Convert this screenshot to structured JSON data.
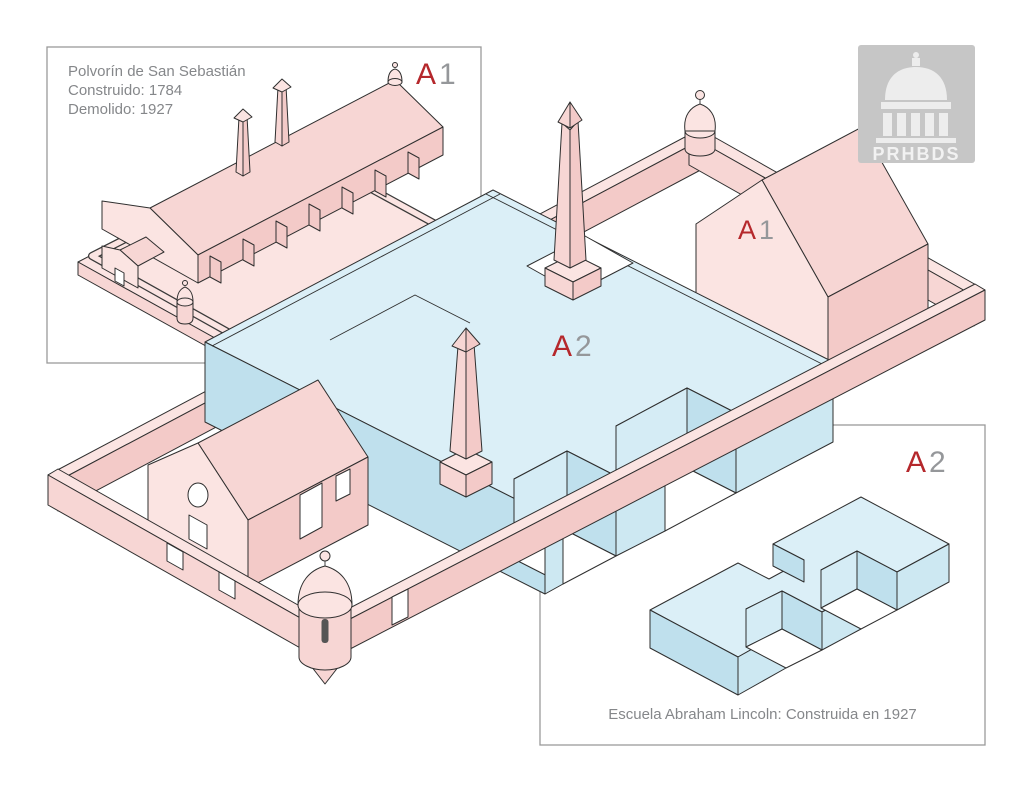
{
  "inset_polvorin": {
    "title_lines": [
      "Polvorín de San Sebastián",
      "Construido: 1784",
      "Demolido: 1927"
    ],
    "label": {
      "letter": "A",
      "number": "1"
    }
  },
  "inset_escuela": {
    "label": {
      "letter": "A",
      "number": "2"
    },
    "caption": "Escuela Abraham Lincoln: Construida en 1927"
  },
  "main_labels": {
    "a1": {
      "letter": "A",
      "number": "1"
    },
    "a2": {
      "letter": "A",
      "number": "2"
    }
  },
  "logo": {
    "text": "PRHBDS"
  },
  "colors": {
    "label_red": "#b5282c",
    "label_gray": "#95979a",
    "caption_gray": "#85878a",
    "pink_light": "#fbe4e2",
    "pink_medium": "#f3cac8",
    "blue_roof": "#dbeff7",
    "blue_wall": "#bfe0ed"
  }
}
